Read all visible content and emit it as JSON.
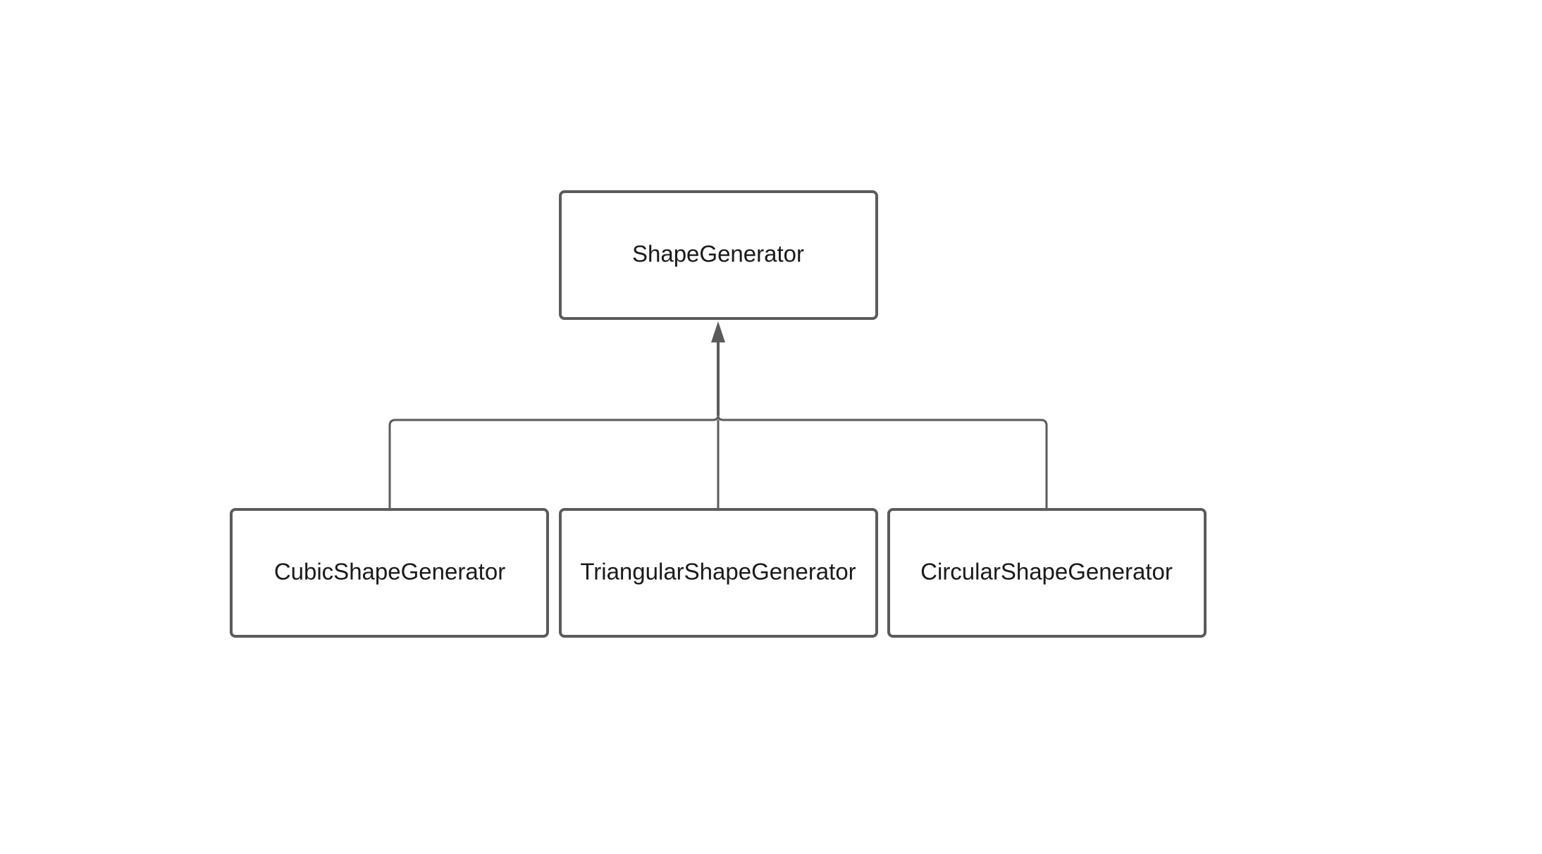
{
  "diagram": {
    "type": "class-inheritance",
    "colors": {
      "node_border": "#5b5b5b",
      "edge": "#5b5b5b",
      "text": "#1a1a1a",
      "background": "#ffffff"
    },
    "nodes": {
      "parent": {
        "id": "shape-generator",
        "label": "ShapeGenerator"
      },
      "children": [
        {
          "id": "cubic-shape-generator",
          "label": "CubicShapeGenerator"
        },
        {
          "id": "triangular-shape-generator",
          "label": "TriangularShapeGenerator"
        },
        {
          "id": "circular-shape-generator",
          "label": "CircularShapeGenerator"
        }
      ]
    },
    "edges": [
      {
        "from": "cubic-shape-generator",
        "to": "shape-generator",
        "relation": "inherits"
      },
      {
        "from": "triangular-shape-generator",
        "to": "shape-generator",
        "relation": "inherits"
      },
      {
        "from": "circular-shape-generator",
        "to": "shape-generator",
        "relation": "inherits"
      }
    ]
  }
}
